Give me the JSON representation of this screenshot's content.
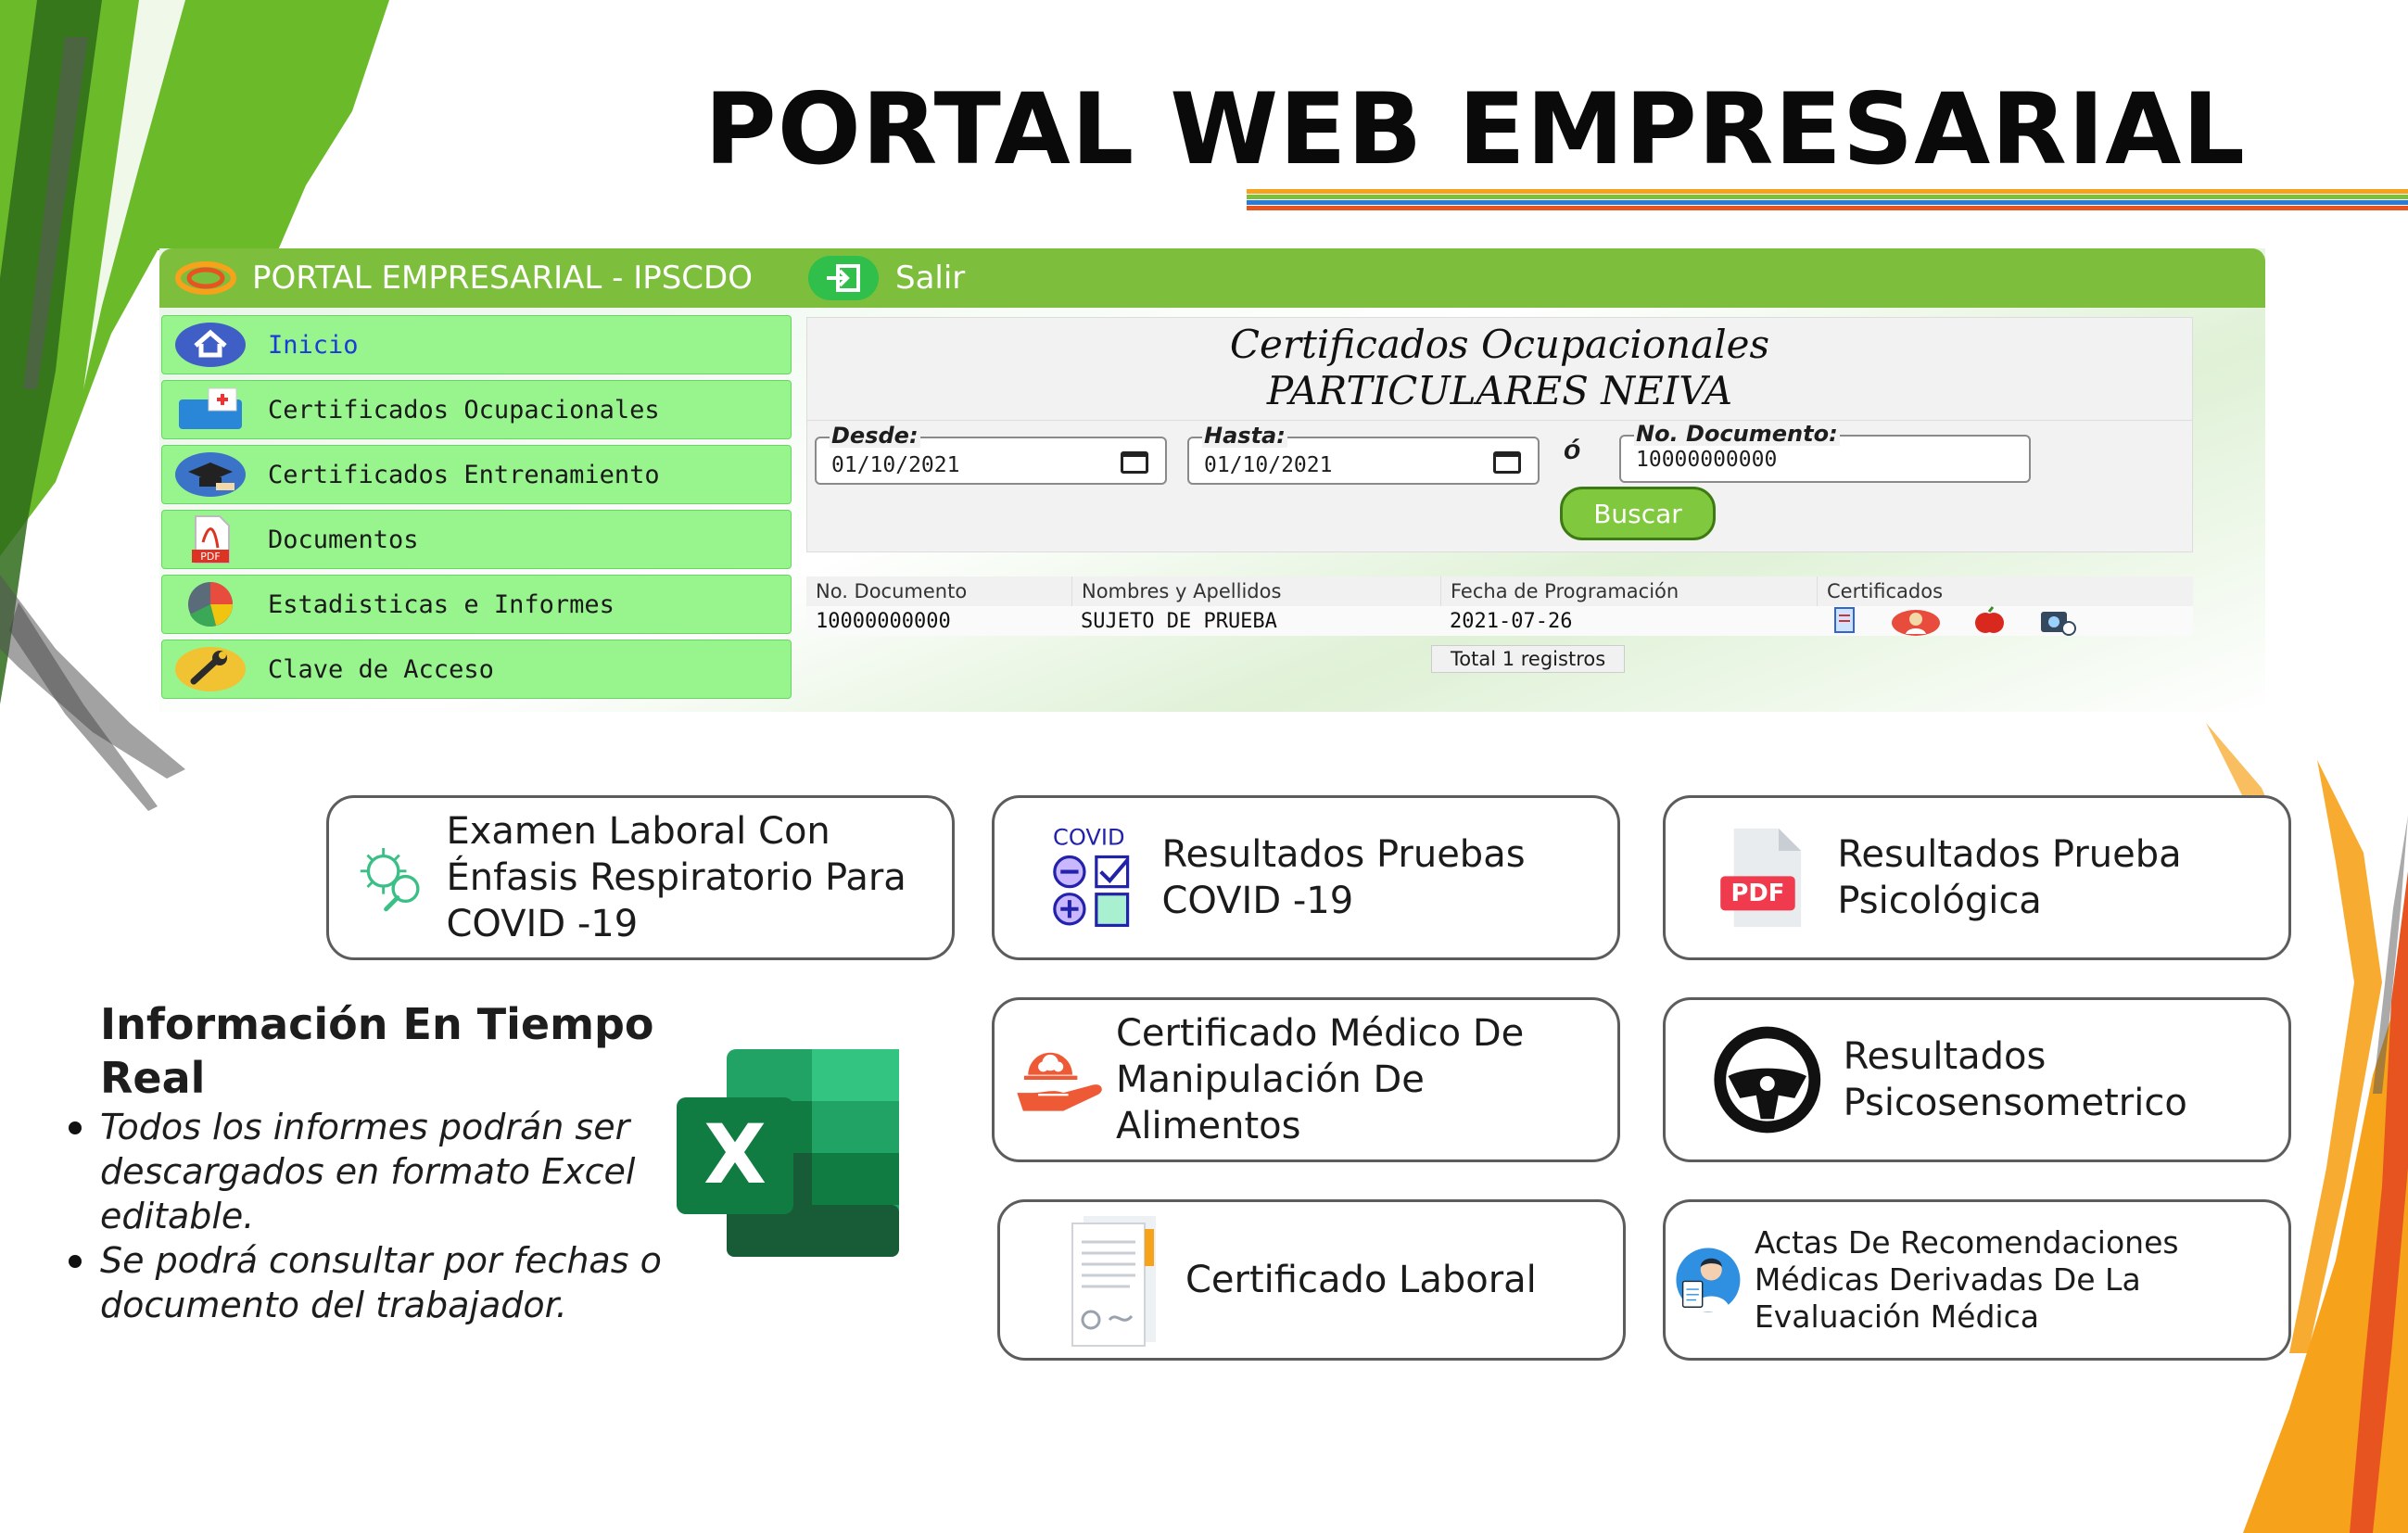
{
  "header": {
    "title": "PORTAL WEB EMPRESARIAL"
  },
  "portal": {
    "brand": "PORTAL EMPRESARIAL - IPSCDO",
    "logout_label": "Salir",
    "menu": [
      {
        "label": "Inicio",
        "icon": "home-icon"
      },
      {
        "label": "Certificados Ocupacionales",
        "icon": "folder-medical-icon"
      },
      {
        "label": "Certificados Entrenamiento",
        "icon": "graduation-cap-icon"
      },
      {
        "label": "Documentos",
        "icon": "pdf-icon"
      },
      {
        "label": "Estadisticas e Informes",
        "icon": "pie-chart-icon"
      },
      {
        "label": "Clave de Acceso",
        "icon": "wrench-icon"
      }
    ],
    "form": {
      "title_line1": "Certificados Ocupacionales",
      "title_line2": "PARTICULARES NEIVA",
      "desde_label": "Desde:",
      "desde_value": "01/10/2021",
      "hasta_label": "Hasta:",
      "hasta_value": "01/10/2021",
      "or_label": "ó",
      "doc_label": "No. Documento:",
      "doc_value": "10000000000",
      "search_label": "Buscar"
    },
    "table": {
      "columns": [
        "No. Documento",
        "Nombres y Apellidos",
        "Fecha de Programación",
        "Certificados"
      ],
      "rows": [
        [
          "10000000000",
          "SUJETO DE PRUEBA",
          "2021-07-26"
        ]
      ],
      "total": "Total 1 registros"
    }
  },
  "cards": {
    "covid_exam": "Examen Laboral Con Énfasis Respiratorio Para COVID -19",
    "covid_results": "Resultados Pruebas COVID -19",
    "covid_icon_text": "COVID",
    "psych": "Resultados Prueba Psicológica",
    "pdf_text": "PDF",
    "food": "Certificado Médico De Manipulación De Alimentos",
    "psicosens": "Resultados Psicosensometrico",
    "laboral": "Certificado Laboral",
    "actas": "Actas De Recomendaciones Médicas Derivadas De La Evaluación Médica"
  },
  "info": {
    "heading": "Información En Tiempo Real",
    "bullets": [
      "Todos los informes podrán ser descargados en formato Excel editable.",
      "Se podrá consultar por fechas o documento del trabajador."
    ],
    "excel_letter": "X"
  },
  "colors": {
    "green": "#7dbf3d",
    "menu": "#98f58e",
    "orange": "#f7a21b",
    "blue": "#2a7bd6"
  }
}
